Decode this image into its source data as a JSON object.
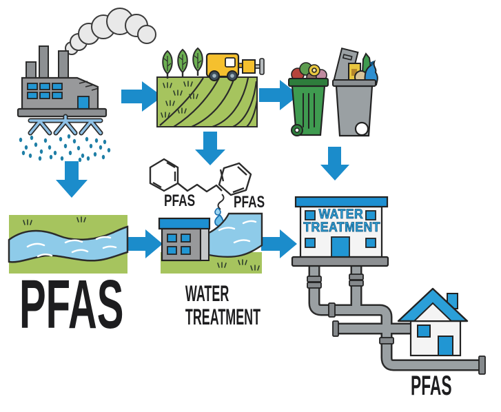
{
  "title": "PFAS water contamination pathway illustration",
  "labels": {
    "river_pfas": "PFAS",
    "chem_left_pfas": "PFAS",
    "chem_right_pfas": "PFAS",
    "plant_caption_line1": "WATER",
    "plant_caption_line2": "TREATMENT",
    "facility_sign_line1": "WATER",
    "facility_sign_line2": "TREATMENT",
    "house_pfas": "PFAS"
  },
  "icons": [
    "factory-icon",
    "smoke-cloud-icon",
    "sprinkler-icon",
    "farm-field-icon",
    "tree-icon",
    "spray-truck-icon",
    "compost-bin-icon",
    "trash-bin-icon",
    "river-icon",
    "chemical-structure-icon",
    "water-droplet-icon",
    "water-treatment-plant-icon",
    "water-treatment-facility-icon",
    "pipe-network-icon",
    "house-icon",
    "flow-arrow-icon"
  ],
  "colors": {
    "arrow_blue": "#1b8ccb",
    "accent_blue": "#2196d3",
    "field_green": "#a6c45e",
    "tree_green": "#6cb052",
    "bin_green": "#3f9b50",
    "river_blue": "#8ecbe9",
    "gray": "#98999b",
    "truck_yellow": "#f5c02e",
    "outline": "#2b2b2b",
    "text_black": "#1d1d1f"
  }
}
